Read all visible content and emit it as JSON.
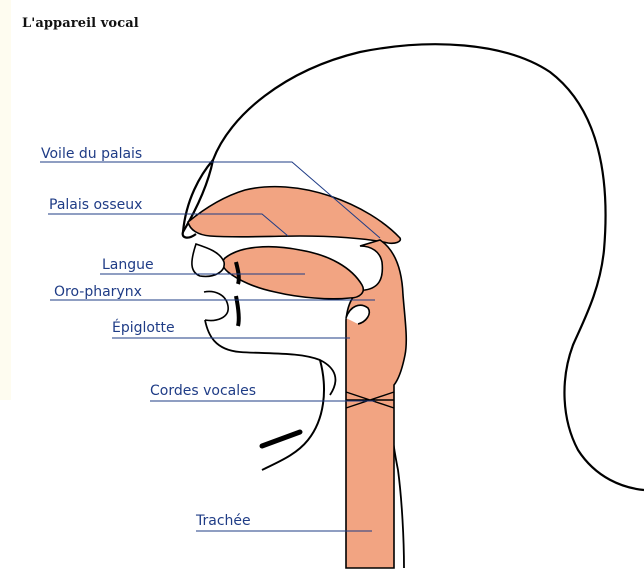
{
  "title": "L'appareil vocal",
  "labels": {
    "voile_du_palais": "Voile du palais",
    "palais_osseux": "Palais osseux",
    "langue": "Langue",
    "oro_pharynx": "Oro-pharynx",
    "epiglotte": "Épiglotte",
    "cordes_vocales": "Cordes vocales",
    "trachee": "Trachée"
  },
  "colors": {
    "tissue": "#f2a482",
    "outline": "#000000",
    "leader": "#1f3c86",
    "label": "#1f3c86"
  }
}
